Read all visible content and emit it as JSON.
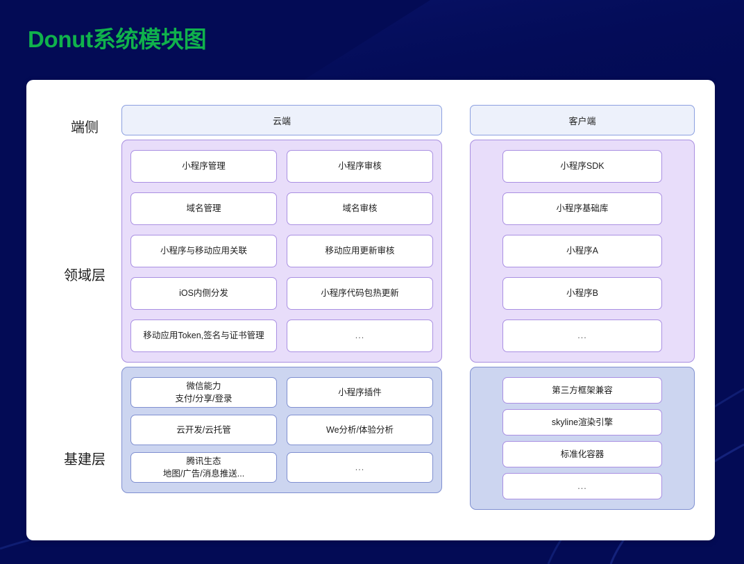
{
  "page": {
    "title": "Donut系统模块图",
    "title_color": "#10b24c",
    "background_color": "#030b55",
    "card_color": "#ffffff"
  },
  "colors": {
    "header_box_bg": "#edf1fb",
    "header_box_border": "#8b9fe0",
    "domain_panel_bg": "#e8ddfa",
    "domain_panel_border": "#a88ee0",
    "infra_panel_bg": "#ccd5f0",
    "infra_panel_border": "#7f8fd0",
    "cell_bg": "#ffffff",
    "cell_border_purple": "#a98fe2",
    "cell_border_blue": "#7f8fd0"
  },
  "row_labels": [
    {
      "id": "device",
      "label": "端侧"
    },
    {
      "id": "domain",
      "label": "领域层"
    },
    {
      "id": "infra",
      "label": "基建层"
    }
  ],
  "columns": {
    "cloud": {
      "header": "云端",
      "domain_cells": [
        {
          "line1": "小程序管理"
        },
        {
          "line1": "小程序审核"
        },
        {
          "line1": "域名管理"
        },
        {
          "line1": "域名审核"
        },
        {
          "line1": "小程序与移动应用关联"
        },
        {
          "line1": "移动应用更新审核"
        },
        {
          "line1": "iOS内侧分发"
        },
        {
          "line1": "小程序代码包热更新"
        },
        {
          "line1": "移动应用Token,签名与证书管理"
        },
        {
          "line1": "..."
        }
      ],
      "infra_cells": [
        {
          "line1": "微信能力",
          "line2": "支付/分享/登录"
        },
        {
          "line1": "小程序插件"
        },
        {
          "line1": "云开发/云托管"
        },
        {
          "line1": "We分析/体验分析"
        },
        {
          "line1": "腾讯生态",
          "line2": "地图/广告/消息推送..."
        },
        {
          "line1": "..."
        }
      ]
    },
    "client": {
      "header": "客户端",
      "domain_cells": [
        {
          "line1": "小程序SDK"
        },
        {
          "line1": "小程序基础库"
        },
        {
          "line1": "小程序A"
        },
        {
          "line1": "小程序B"
        },
        {
          "line1": "..."
        }
      ],
      "infra_cells": [
        {
          "line1": "第三方框架兼容"
        },
        {
          "line1": "skyline渲染引擎"
        },
        {
          "line1": "标准化容器"
        },
        {
          "line1": "..."
        }
      ]
    }
  }
}
